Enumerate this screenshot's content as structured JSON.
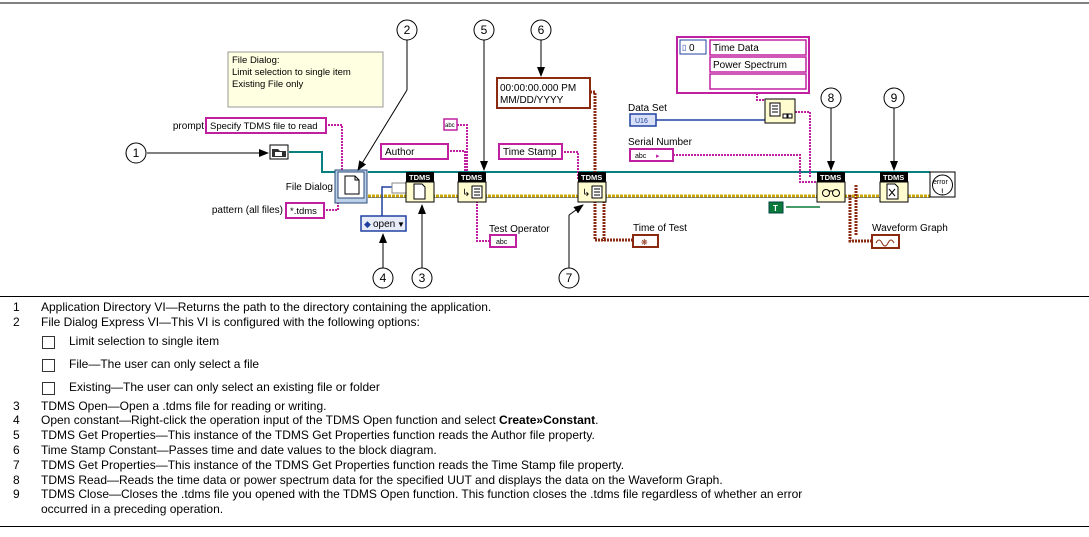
{
  "diagram": {
    "callouts": [
      "1",
      "2",
      "3",
      "4",
      "5",
      "6",
      "7",
      "8",
      "9"
    ],
    "comment": {
      "line1": "File Dialog:",
      "line2": "Limit selection to single item",
      "line3": "Existing File only"
    },
    "prompt_label": "prompt",
    "prompt_value": "Specify TDMS file to read",
    "file_dialog_label": "File Dialog",
    "pattern_label": "pattern (all files)",
    "pattern_value": "*.tdms",
    "open_constant": "open",
    "author_constant": "Author",
    "small_string_constant": "abc",
    "test_operator_label": "Test Operator",
    "test_operator_indicator": "abc",
    "time_constant_line1": "00:00:00.000 PM",
    "time_constant_line2": "MM/DD/YYYY",
    "time_stamp_constant": "Time Stamp",
    "time_of_test_label": "Time of Test",
    "time_of_test_indicator": "❋",
    "array_index": "0",
    "array_items": [
      "Time Data",
      "Power Spectrum",
      ""
    ],
    "data_set_label": "Data Set",
    "data_set_terminal": "U16",
    "serial_number_label": "Serial Number",
    "serial_number_terminal": "abc",
    "bool_constant": "T",
    "waveform_graph_label": "Waveform Graph",
    "node_header": "TDMS",
    "error_label": "error"
  },
  "legend": {
    "item1_num": "1",
    "item1_text": "Application Directory VI—Returns the path to the directory containing the application.",
    "item2_num": "2",
    "item2_text": "File Dialog Express VI—This VI is configured with the following options:",
    "options": [
      "Limit selection to single item",
      "File—The user can only select a file",
      "Existing—The user can only select an existing file or folder"
    ],
    "item3_num": "3",
    "item3_text": "TDMS Open—Open a .tdms file for reading or writing.",
    "item4_num": "4",
    "item4_text_a": "Open constant—Right-click the operation input of the TDMS Open function and select ",
    "item4_bold": "Create»Constant",
    "item4_text_b": ".",
    "item5_num": "5",
    "item5_text": "TDMS Get Properties—This instance of the TDMS Get Properties function reads the Author file property.",
    "item6_num": "6",
    "item6_text": "Time Stamp Constant—Passes time and date values to the block diagram.",
    "item7_num": "7",
    "item7_text": "TDMS Get Properties—This instance of the TDMS Get Properties function reads the Time Stamp file property.",
    "item8_num": "8",
    "item8_text": "TDMS Read—Reads the time data or power spectrum data for the specified UUT and displays the data on the Waveform Graph.",
    "item9_num": "9",
    "item9_text_1": "TDMS Close—Closes the .tdms file you opened with the TDMS Open function. This function closes the .tdms file regardless of whether an error",
    "item9_text_2": "occurred in a preceding operation."
  },
  "colors": {
    "string_wire": "#c020a0",
    "refnum_wire": "#0a7f80",
    "error_wire": "#c8a800",
    "timestamp_wire": "#8a2a10",
    "numeric_wire": "#2040a0",
    "bool_wire": "#0a7a3a",
    "comment_bg": "#ffffe1",
    "node_bg": "#fffdd0"
  }
}
